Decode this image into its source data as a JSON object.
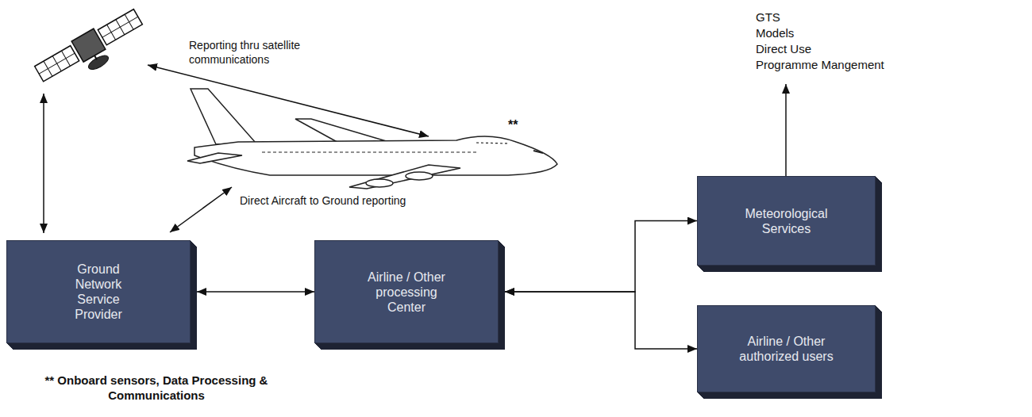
{
  "diagram": {
    "nodes": [
      {
        "text": [
          "Ground Network Service Provider"
        ]
      },
      {
        "text": [
          "Airline / Other processing Center"
        ]
      },
      {
        "text": [
          "Meteorological Services"
        ]
      },
      {
        "text": [
          "Airline / Other authorized users"
        ]
      }
    ],
    "edges": [
      {
        "from": 0,
        "to": 1,
        "arrow": "both"
      },
      {
        "from": 1,
        "to": 2,
        "arrow": "both"
      },
      {
        "from": 1,
        "to": 3,
        "arrow": "both"
      }
    ],
    "labels": [
      "Reporting thru satellite communications",
      "**",
      "Direct Aircraft to Ground reporting",
      "GTS",
      "Models",
      "Direct Use",
      "Programme Mangement",
      "** Onboard sensors, Data Processing & Communications"
    ]
  }
}
